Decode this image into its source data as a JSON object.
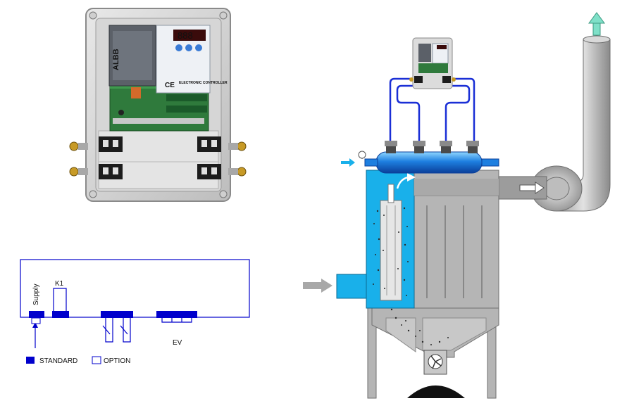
{
  "controller": {
    "brand": "ALBB",
    "panel_text": "ELECTRONIC CONTROLLER",
    "ce_mark": "CE",
    "display_digits": "888"
  },
  "wiring": {
    "supply_label": "Supply",
    "relay_label": "K1",
    "valve_label": "EV"
  },
  "legend": {
    "standard_label": "STANDARD",
    "option_label": "OPTION"
  },
  "colors": {
    "standard_fill": "#0000cc",
    "wire_blue": "#1a2fd6",
    "water_blue": "#19b0ea",
    "filter_grey": "#b5b5b5",
    "exhaust_arrow": "#7fe0c8",
    "inlet_arrow": "#a8a8a8"
  }
}
